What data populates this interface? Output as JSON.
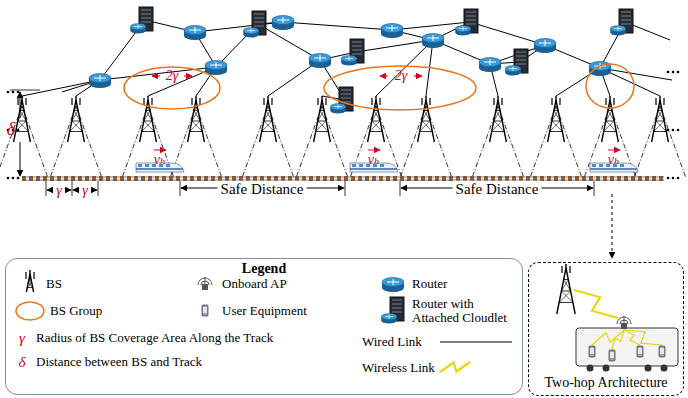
{
  "diagram": {
    "nodes": [
      {
        "text": [
          "Legend"
        ]
      },
      {
        "text": [
          "Two-hop Architecture"
        ]
      }
    ],
    "labels": [
      "2γ",
      "2γ",
      "γ",
      "γ",
      "δ",
      "vₕ",
      "vₕ",
      "vₕ",
      "Safe Distance",
      "Safe Distance",
      "γ",
      "δ"
    ],
    "legend": [
      {
        "text": "BS"
      },
      {
        "text": "Onboard AP"
      },
      {
        "text": "Router"
      },
      {
        "text": "BS Group"
      },
      {
        "text": "User Equipment"
      },
      {
        "text": "Router with Attached Cloudlet"
      },
      {
        "text": "Radius of BS Coverage Area Along the Track"
      },
      {
        "text": "Wired Link"
      },
      {
        "text": "Distance between BS and Track"
      },
      {
        "text": "Wireless Link"
      }
    ]
  }
}
